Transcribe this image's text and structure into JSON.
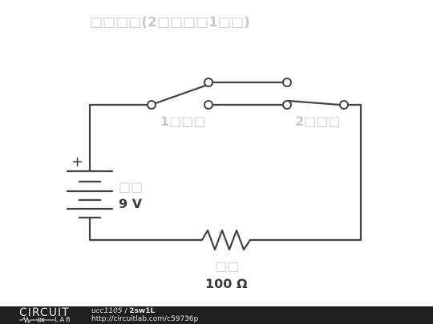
{
  "diagram": {
    "title": "□□□□(2□□□□1□□)",
    "switch1_label": "1□□□",
    "switch2_label": "2□□□",
    "battery_name": "□□",
    "battery_value": "9 V",
    "battery_plus": "+",
    "resistor_name": "□□",
    "resistor_value": "100 Ω"
  },
  "footer": {
    "logo_top": "CIRCUIT",
    "logo_bottom": "LAB",
    "author": "ucc1105",
    "separator": " / ",
    "circuit_name": "2sw1L",
    "url": "http://circuitlab.com/c59736p"
  },
  "colors": {
    "wire": "#3d4447",
    "label_grey": "#c8c8c8",
    "label_dark": "#3a3a3a",
    "footer_bg": "#1f1f1f"
  }
}
